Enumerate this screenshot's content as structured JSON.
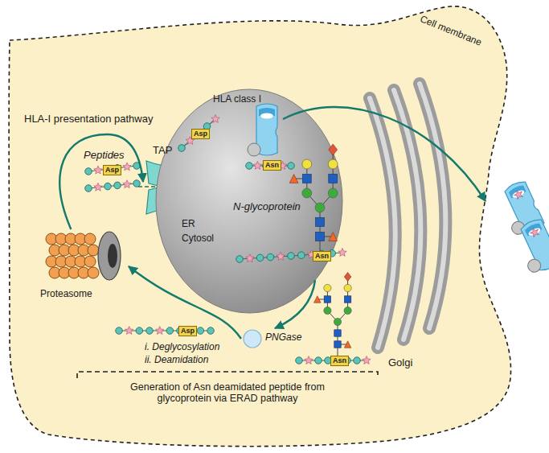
{
  "diagram": {
    "nodes": [
      {
        "text": [
          "Cell membrane"
        ]
      },
      {
        "text": [
          "TAP"
        ],
        "in": 0
      },
      {
        "text": [
          "ER"
        ],
        "in": 0
      },
      {
        "text": [
          "HLA class I"
        ],
        "in": 2
      },
      {
        "text": [
          "Golgi"
        ],
        "in": 0
      },
      {
        "text": [
          "PNGase"
        ],
        "in": 0
      },
      {
        "text": [
          "Proteasome"
        ],
        "in": 0
      }
    ],
    "edges": [
      {
        "from": 6,
        "to": 1,
        "arrow": "to"
      },
      {
        "from": 2,
        "to": 5,
        "arrow": "to"
      },
      {
        "from": 5,
        "to": 6,
        "arrow": "to"
      }
    ],
    "labels": [
      "HLA-I presentation pathway",
      "Peptides",
      "Asp",
      "Asp",
      "Asn",
      "N-glycoprotein",
      "Asn",
      "Cytosol",
      "Asn",
      "Asp",
      "i. Deglycosylation",
      "ii. Deamidation",
      "Generation of Asn deamidated peptide from glycoprotein via ERAD pathway"
    ]
  }
}
